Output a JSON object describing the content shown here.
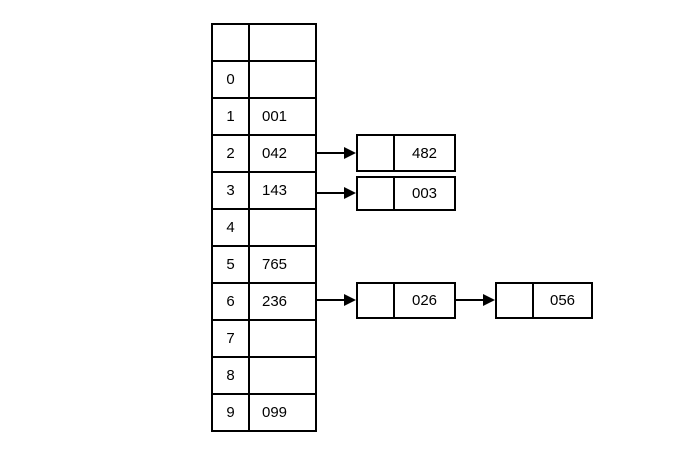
{
  "table": {
    "rows": [
      {
        "index": "",
        "value": ""
      },
      {
        "index": "0",
        "value": ""
      },
      {
        "index": "1",
        "value": "001"
      },
      {
        "index": "2",
        "value": "042"
      },
      {
        "index": "3",
        "value": "143"
      },
      {
        "index": "4",
        "value": ""
      },
      {
        "index": "5",
        "value": "765"
      },
      {
        "index": "6",
        "value": "236"
      },
      {
        "index": "7",
        "value": ""
      },
      {
        "index": "8",
        "value": ""
      },
      {
        "index": "9",
        "value": "099"
      }
    ]
  },
  "nodes": {
    "n482": {
      "pointer": "",
      "value": "482"
    },
    "n003": {
      "pointer": "",
      "value": "003"
    },
    "n026": {
      "pointer": "",
      "value": "026"
    },
    "n056": {
      "pointer": "",
      "value": "056"
    }
  },
  "links": [
    {
      "from": "bucket-2",
      "to": "node-482"
    },
    {
      "from": "bucket-3",
      "to": "node-003"
    },
    {
      "from": "bucket-6",
      "to": "node-026"
    },
    {
      "from": "node-026",
      "to": "node-056"
    }
  ],
  "colors": {
    "background": "#ffffff",
    "line": "#000000",
    "text": "#000000"
  }
}
